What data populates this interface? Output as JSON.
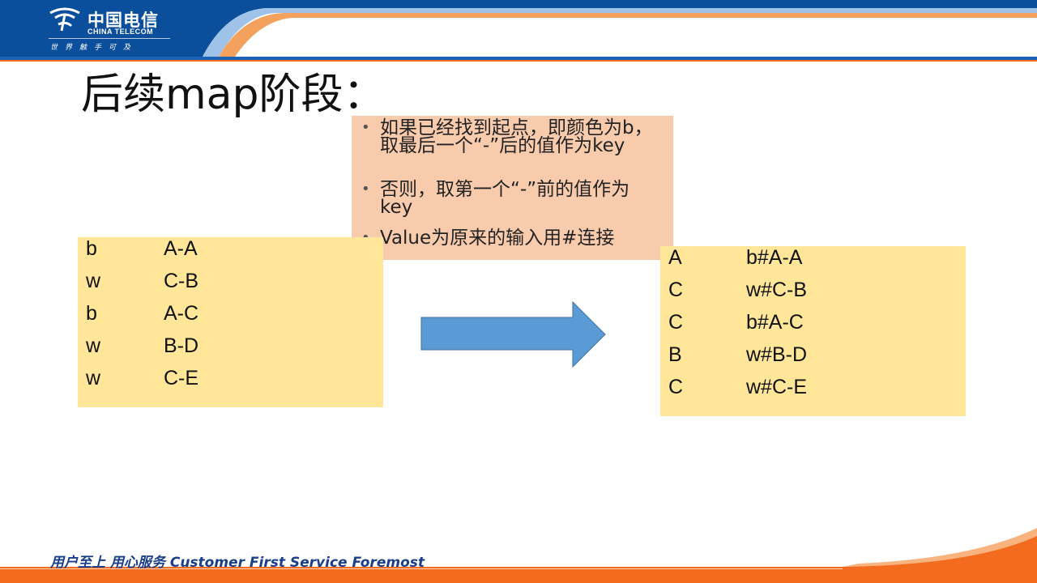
{
  "header": {
    "logo_cn": "中国电信",
    "logo_en": "CHINA TELECOM",
    "logo_slogan": "世界触手可及",
    "colors": {
      "brand_blue": "#0b4f9c",
      "accent_orange": "#f26b1f"
    }
  },
  "title": "后续map阶段：",
  "notes": [
    "如果已经找到起点，即颜色为b，取最后一个“-”后的值作为key",
    "否则，取第一个“-”前的值作为key",
    "Value为原来的输入用#连接"
  ],
  "input_table": [
    {
      "key": "b",
      "value": "A-A"
    },
    {
      "key": "w",
      "value": "C-B"
    },
    {
      "key": "b",
      "value": "A-C"
    },
    {
      "key": "w",
      "value": "B-D"
    },
    {
      "key": "w",
      "value": "C-E"
    }
  ],
  "output_table": [
    {
      "key": "A",
      "value": "b#A-A"
    },
    {
      "key": "C",
      "value": "w#C-B"
    },
    {
      "key": "C",
      "value": "b#A-C"
    },
    {
      "key": "B",
      "value": "w#B-D"
    },
    {
      "key": "C",
      "value": "w#C-E"
    }
  ],
  "footer": {
    "slogan": "用户至上 用心服务 Customer First Service Foremost"
  },
  "box_colors": {
    "note_fill": "#f8cbad",
    "table_fill": "#ffe699",
    "arrow_fill": "#5b9bd5"
  }
}
